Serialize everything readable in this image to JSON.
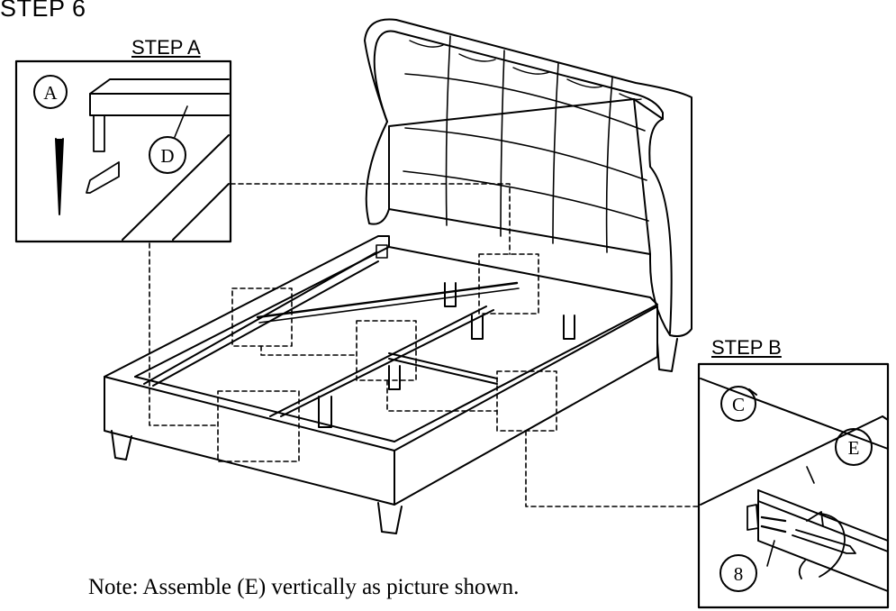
{
  "header": {
    "title": "STEP 6"
  },
  "step_a": {
    "label": "STEP A",
    "callouts": [
      "A",
      "D"
    ]
  },
  "step_b": {
    "label": "STEP B",
    "callouts": [
      "C",
      "E",
      "8"
    ]
  },
  "note": "Note: Assemble (E) vertically as picture shown."
}
